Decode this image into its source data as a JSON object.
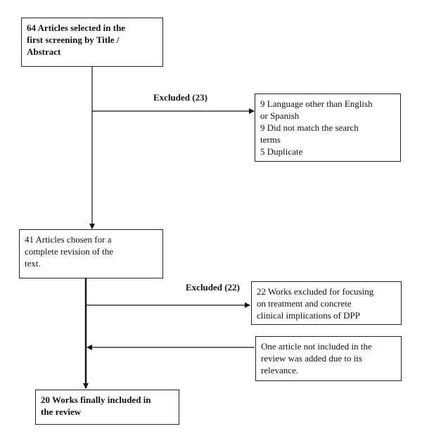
{
  "boxes": {
    "first_screening": {
      "lines": [
        "64 Articles selected in the",
        "first screening by Title /",
        "Abstract"
      ]
    },
    "excluded_reasons_1": {
      "lines": [
        "9 Language other than English",
        "or Spanish",
        "9 Did not match the search",
        "terms",
        "5 Duplicate"
      ]
    },
    "full_revision": {
      "lines": [
        "41 Articles chosen for a",
        "complete revision of the",
        "text."
      ]
    },
    "excluded_reasons_2": {
      "lines": [
        "22 Works excluded for focusing",
        "on treatment and concrete",
        "clinical implications of DPP"
      ]
    },
    "added_article": {
      "lines": [
        "One article not included in the",
        "review was added due to its",
        "relevance."
      ]
    },
    "final_included": {
      "lines": [
        "20 Works finally included in",
        "the review"
      ]
    }
  },
  "labels": {
    "excluded_1": "Excluded (23)",
    "excluded_2": "Excluded (22)"
  }
}
